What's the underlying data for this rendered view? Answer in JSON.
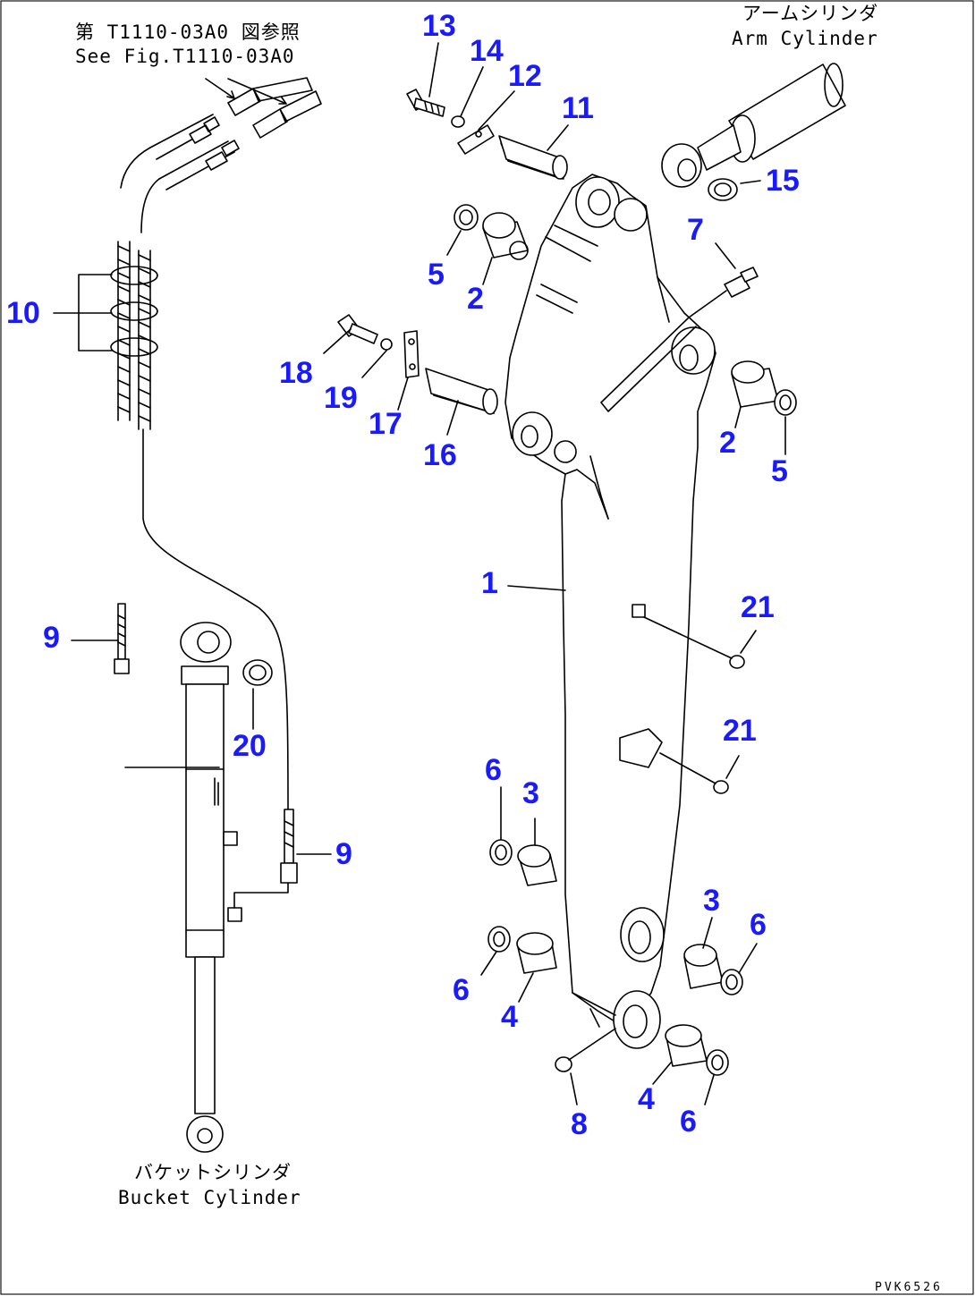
{
  "labels": {
    "see_fig_jp": "第 T1110-03A0 図参照",
    "see_fig_en": "See Fig.T1110-03A0",
    "arm_cylinder_jp": "アームシリンダ",
    "arm_cylinder_en": "Arm Cylinder",
    "bucket_cylinder_jp": "バケットシリンダ",
    "bucket_cylinder_en": "Bucket Cylinder",
    "drawing_code": "PVK6526"
  },
  "callouts": {
    "c1": "1",
    "c2a": "2",
    "c2b": "2",
    "c3a": "3",
    "c3b": "3",
    "c4a": "4",
    "c4b": "4",
    "c5a": "5",
    "c5b": "5",
    "c6a": "6",
    "c6b": "6",
    "c6c": "6",
    "c6d": "6",
    "c7": "7",
    "c8": "8",
    "c9a": "9",
    "c9b": "9",
    "c10": "10",
    "c11": "11",
    "c12": "12",
    "c13": "13",
    "c14": "14",
    "c15": "15",
    "c16": "16",
    "c17": "17",
    "c18": "18",
    "c19": "19",
    "c20": "20",
    "c21a": "21",
    "c21b": "21"
  },
  "colors": {
    "callout": "#1a1aff",
    "line": "#000000",
    "background": "#ffffff"
  }
}
